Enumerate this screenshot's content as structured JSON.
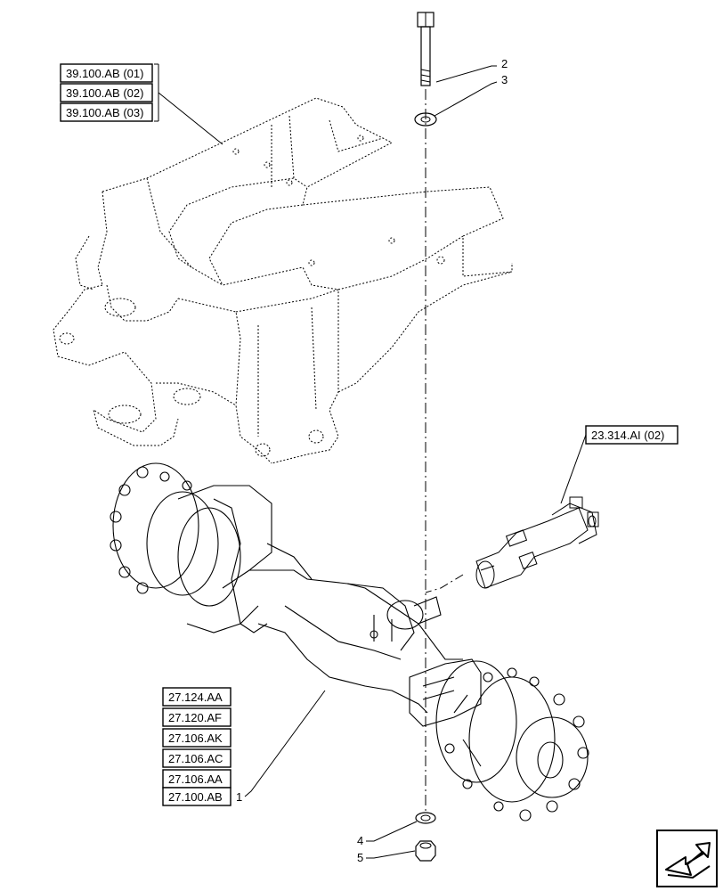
{
  "frame_refs": [
    "39.100.AB (01)",
    "39.100.AB (02)",
    "39.100.AB (03)"
  ],
  "driveshaft_ref": "23.314.AI (02)",
  "axle_refs": [
    "27.124.AA",
    "27.120.AF",
    "27.106.AK",
    "27.106.AC",
    "27.106.AA",
    "27.100.AB"
  ],
  "callouts": {
    "bolt": "2",
    "washer_top": "3",
    "axle": "1",
    "washer_bottom": "4",
    "nut": "5"
  },
  "nav_icon": "next-page-arrow-icon"
}
